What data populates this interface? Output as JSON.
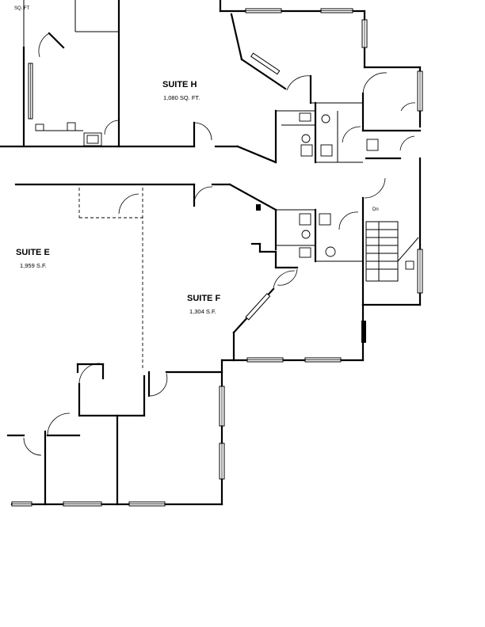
{
  "drawing": {
    "top_left_note": "SQ. FT",
    "stair_note": "Dn"
  },
  "suites": [
    {
      "name": "SUITE  H",
      "area": "1,080 SQ. FT."
    },
    {
      "name": "SUITE  E",
      "area": "1,959 S.F."
    },
    {
      "name": "SUITE  F",
      "area": "1,304 S.F."
    }
  ]
}
